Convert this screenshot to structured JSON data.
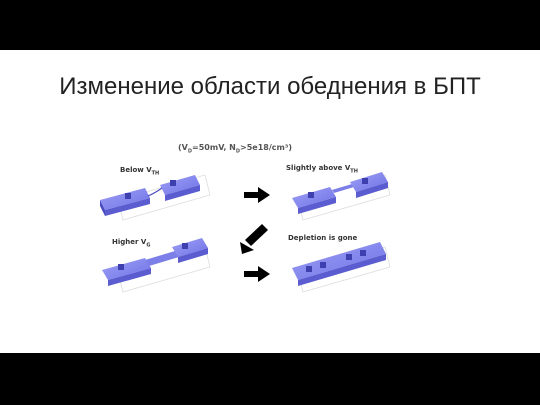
{
  "slide": {
    "title": "Изменение области обеднения в БПТ"
  },
  "figure": {
    "condition": "(V",
    "condition_sub1": "D",
    "condition_mid": "=50mV, N",
    "condition_sub2": "D",
    "condition_end": ">5e18/cm³)",
    "panels": [
      {
        "label": "Below V",
        "sub": "TH"
      },
      {
        "label": "Slightly above V",
        "sub": "TH"
      },
      {
        "label": "Higher V",
        "sub": "G"
      },
      {
        "label": "Depletion is gone",
        "sub": ""
      }
    ]
  },
  "colors": {
    "background": "#000000",
    "slide": "#ffffff",
    "device_top": "#8a8cf0",
    "device_side": "#5a5cd0",
    "arrow": "#000000"
  }
}
